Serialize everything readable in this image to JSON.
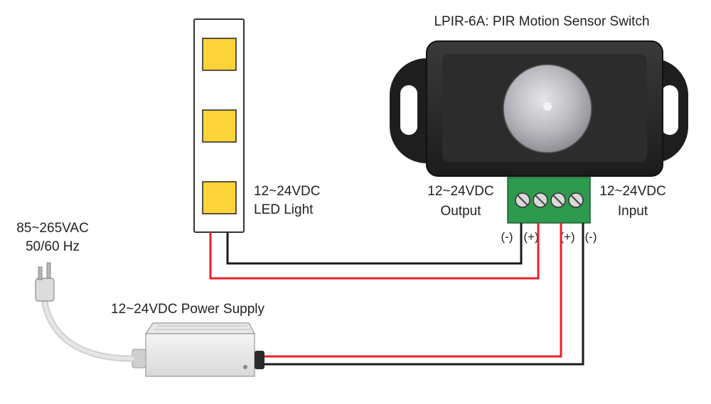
{
  "title": "LPIR-6A: PIR Motion Sensor Switch",
  "led": {
    "line1": "12~24VDC",
    "line2": "LED Light"
  },
  "ac": {
    "line1": "85~265VAC",
    "line2": "50/60 Hz"
  },
  "power_supply": {
    "label": "12~24VDC Power Supply"
  },
  "output": {
    "line1": "12~24VDC",
    "line2": "Output"
  },
  "input": {
    "line1": "12~24VDC",
    "line2": "Input"
  },
  "terminals": [
    "(-)",
    "(+)",
    "(+)",
    "(-)"
  ],
  "colors": {
    "wire_red": "#e8202a",
    "wire_black": "#1a1a1a",
    "led_chip": "#fdd33a",
    "terminal_block": "#2e9a4e",
    "sensor_body": "#2a2a2a"
  }
}
